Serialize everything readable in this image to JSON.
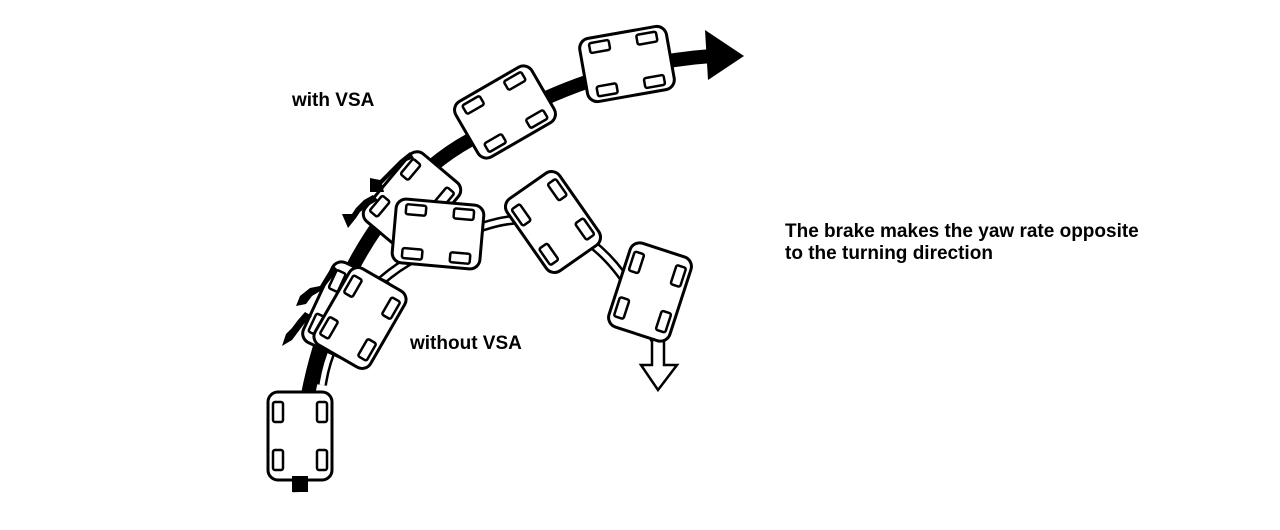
{
  "labels": {
    "with_vsa": "with VSA",
    "without_vsa": "without VSA",
    "explanation_line1": "The brake makes the yaw rate opposite",
    "explanation_line2": "to the turning direction"
  },
  "colors": {
    "ink": "#000000",
    "paper": "#ffffff"
  },
  "icons": {
    "path_with_vsa": "curved-bold-arrow-icon",
    "path_without_vsa": "hollow-down-arrow-icon",
    "brake_force": "small-black-arrow-icon"
  }
}
